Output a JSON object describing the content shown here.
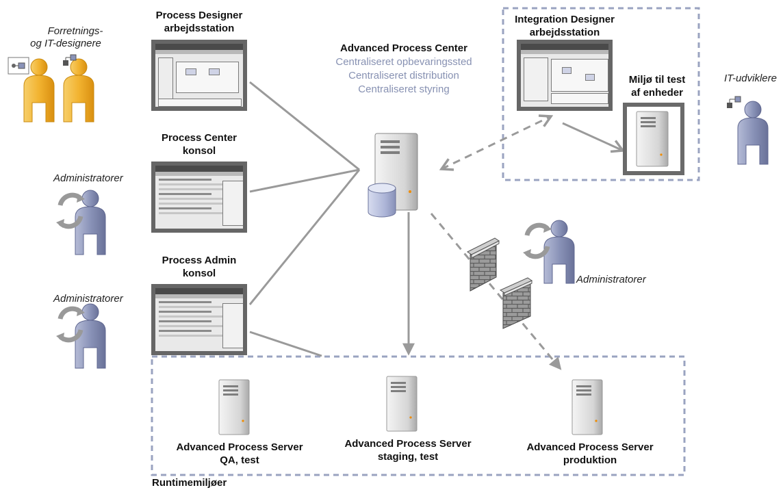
{
  "diagram": {
    "center": {
      "title": "Advanced Process Center",
      "lines": [
        "Centraliseret opbevaringssted",
        "Centraliseret distribution",
        "Centraliseret styring"
      ]
    },
    "tools": {
      "process_designer": {
        "line1": "Process Designer",
        "line2": "arbejdsstation"
      },
      "process_center_console": {
        "line1": "Process Center",
        "line2": "konsol"
      },
      "process_admin_console": {
        "line1": "Process Admin",
        "line2": "konsol"
      },
      "integration_designer": {
        "line1": "Integration Designer",
        "line2": "arbejdsstation"
      },
      "unit_test_env": {
        "line1": "Miljø til test",
        "line2": "af enheder"
      }
    },
    "people": {
      "business_it": {
        "line1": "Forretnings-",
        "line2": "og IT-designere"
      },
      "admins_1": "Administratorer",
      "admins_2": "Administratorer",
      "admins_3": "Administratorer",
      "it_developers": "IT-udviklere"
    },
    "runtime": {
      "label": "Runtimemiljøer",
      "servers": [
        {
          "line1": "Advanced Process Server",
          "line2": "QA, test"
        },
        {
          "line1": "Advanced Process Server",
          "line2": "staging, test"
        },
        {
          "line1": "Advanced Process Server",
          "line2": "produktion"
        }
      ]
    },
    "colors": {
      "connector": "#9a9a9a",
      "dashed_box": "#9aa3c0",
      "person_gold": "#f2b330",
      "person_blue": "#8a93b8",
      "server": "#dcdcdc"
    }
  }
}
